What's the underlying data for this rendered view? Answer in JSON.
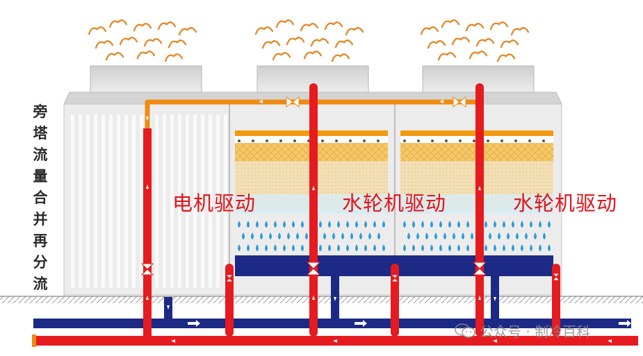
{
  "side_title": [
    "旁",
    "塔",
    "流",
    "量",
    "合",
    "并",
    "再",
    "分",
    "流"
  ],
  "labels": {
    "cell1": "电机驱动",
    "cell2": "水轮机驱动",
    "cell3": "水轮机驱动"
  },
  "watermark": {
    "text": "公众号 · 制冷百科",
    "icon": "wechat-icon"
  },
  "colors": {
    "hot_pipe": "#e51b1f",
    "cold_pipe": "#1c2a86",
    "bypass_pipe": "#f08a12",
    "vapor": "#e08a2a",
    "fill": "#f6c55a",
    "water_drop": "#2f9bd6",
    "label_text": "#e2141b"
  }
}
